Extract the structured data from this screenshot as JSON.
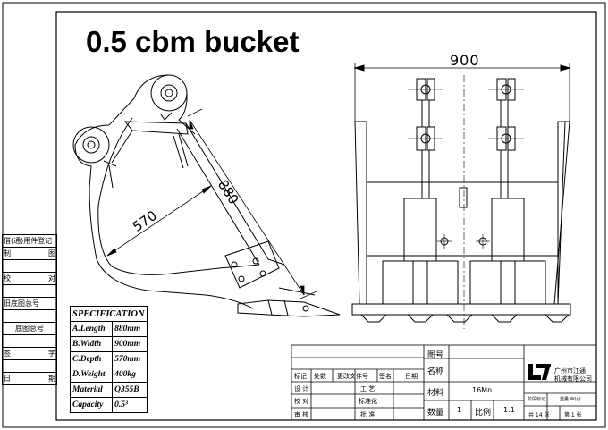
{
  "title": "0.5 cbm bucket",
  "dimensions": {
    "width": "900",
    "length": "880",
    "depth": "570"
  },
  "specification": {
    "header": "SPECIFICATION",
    "rows": [
      {
        "label": "A.Length",
        "value": "880mm"
      },
      {
        "label": "B.Width",
        "value": "900mm"
      },
      {
        "label": "C.Depth",
        "value": "570mm"
      },
      {
        "label": "D.Weight",
        "value": "400kg"
      },
      {
        "label": "Material",
        "value": "Q355B"
      },
      {
        "label": "Capacity",
        "value": "0.5³"
      }
    ]
  },
  "left_table": {
    "rows": [
      {
        "a": "借(通)用件登记",
        "b": ""
      },
      {
        "a": "制",
        "b": "图"
      },
      {
        "a": "",
        "b": ""
      },
      {
        "a": "校",
        "b": "对"
      },
      {
        "a": "",
        "b": ""
      },
      {
        "a": "旧底图总号",
        "b": ""
      },
      {
        "a": "",
        "b": ""
      },
      {
        "a": "底图总号",
        "b": ""
      },
      {
        "a": "",
        "b": ""
      },
      {
        "a": "签",
        "b": "字"
      },
      {
        "a": "",
        "b": ""
      },
      {
        "a": "日",
        "b": "期"
      }
    ]
  },
  "title_block": {
    "revision_headers": [
      "标记",
      "处数",
      "更改文件号",
      "签名",
      "日期"
    ],
    "design": "设 计",
    "check": "校 对",
    "review": "审 核",
    "process": "工 艺",
    "standardization": "标准化",
    "approve": "批 准",
    "drawing_no_label": "图号",
    "name_label": "名称",
    "material_label": "材料",
    "material_value": "16Mn",
    "quantity_label": "数量",
    "quantity_value": "1",
    "scale_label": "比例",
    "scale_value": "1:1",
    "company_line1": "广州市江通",
    "company_line2": "机械有限公司",
    "stage_label": "阶段标记",
    "weight_label": "重量 W(g)",
    "total_sheets": "共 14 张",
    "sheet_no": "第 1 张"
  }
}
